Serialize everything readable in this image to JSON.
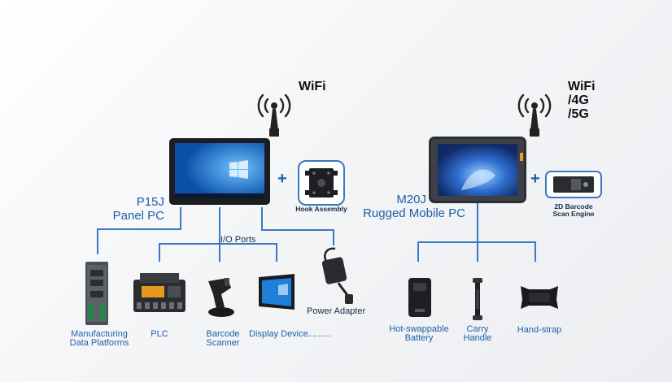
{
  "left": {
    "wifi_label": "WiFi",
    "device_name_line1": "P15J",
    "device_name_line2": "Panel PC",
    "plus": "+",
    "accessory_label": "Hook Assembly",
    "io_label": "I/O Ports",
    "power_label": "Power Adapter",
    "peripherals": [
      {
        "line1": "Manufacturing",
        "line2": "Data Platforms"
      },
      {
        "line1": "PLC",
        "line2": ""
      },
      {
        "line1": "Barcode",
        "line2": "Scanner"
      },
      {
        "line1": "Display Device.........",
        "line2": ""
      }
    ]
  },
  "right": {
    "wifi_line1": "WiFi",
    "wifi_line2": "/4G",
    "wifi_line3": "/5G",
    "device_name_line1": "M20J",
    "device_name_line2": "Rugged Mobile PC",
    "plus": "+",
    "accessory_line1": "2D Barcode",
    "accessory_line2": "Scan Engine",
    "accessories": [
      {
        "line1": "Hot-swappable",
        "line2": "Battery"
      },
      {
        "line1": "Carry",
        "line2": "Handle"
      },
      {
        "line1": "Hand-strap",
        "line2": ""
      }
    ]
  },
  "colors": {
    "line_blue": "#3b78c3",
    "text_blue": "#1d5ea8",
    "text_dark": "#1b2a44"
  }
}
